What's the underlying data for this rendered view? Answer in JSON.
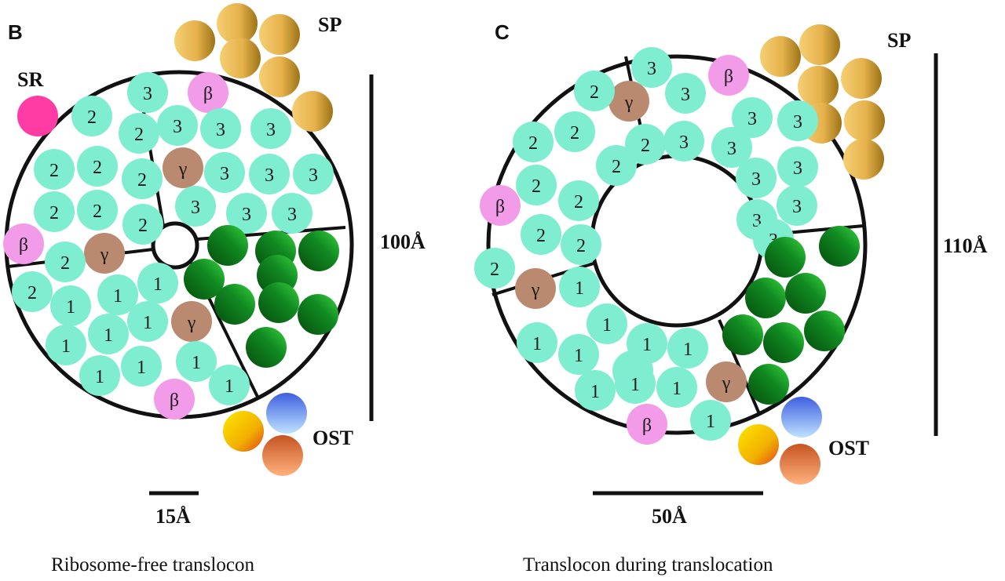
{
  "panels": [
    {
      "label": "B",
      "caption": "Ribosome-free translocon",
      "sr_label": "SR",
      "sp_label": "SP",
      "ost_label": "OST",
      "scale_small": "15Å",
      "scale_vertical": "100Å"
    },
    {
      "label": "C",
      "caption": "Translocon during translocation",
      "sp_label": "SP",
      "ost_label": "OST",
      "scale_small": "50Å",
      "scale_vertical": "110Å"
    }
  ],
  "colors": {
    "teal": "#7fedd0",
    "beta_pink": "#f29be8",
    "gamma_brown": "#b98a6f",
    "sr_magenta": "#ff3ca3",
    "sp_gold": "#e8b552",
    "green_dark": "#0d7a1a",
    "ost_blue": "#5a7ff0",
    "ost_yellow": "#f5c400",
    "ost_orange": "#ea7a3a",
    "line": "#111111"
  },
  "icons": {
    "circle_teal": "teal-subunit-icon",
    "beta": "beta-subunit-icon",
    "gamma": "gamma-subunit-icon",
    "green": "green-subunit-icon",
    "sp": "signal-peptidase-icon",
    "sr": "srp-receptor-icon",
    "ost": "ost-icon"
  },
  "glyphs": {
    "beta": "β",
    "gamma": "γ",
    "one": "1",
    "two": "2",
    "three": "3"
  }
}
